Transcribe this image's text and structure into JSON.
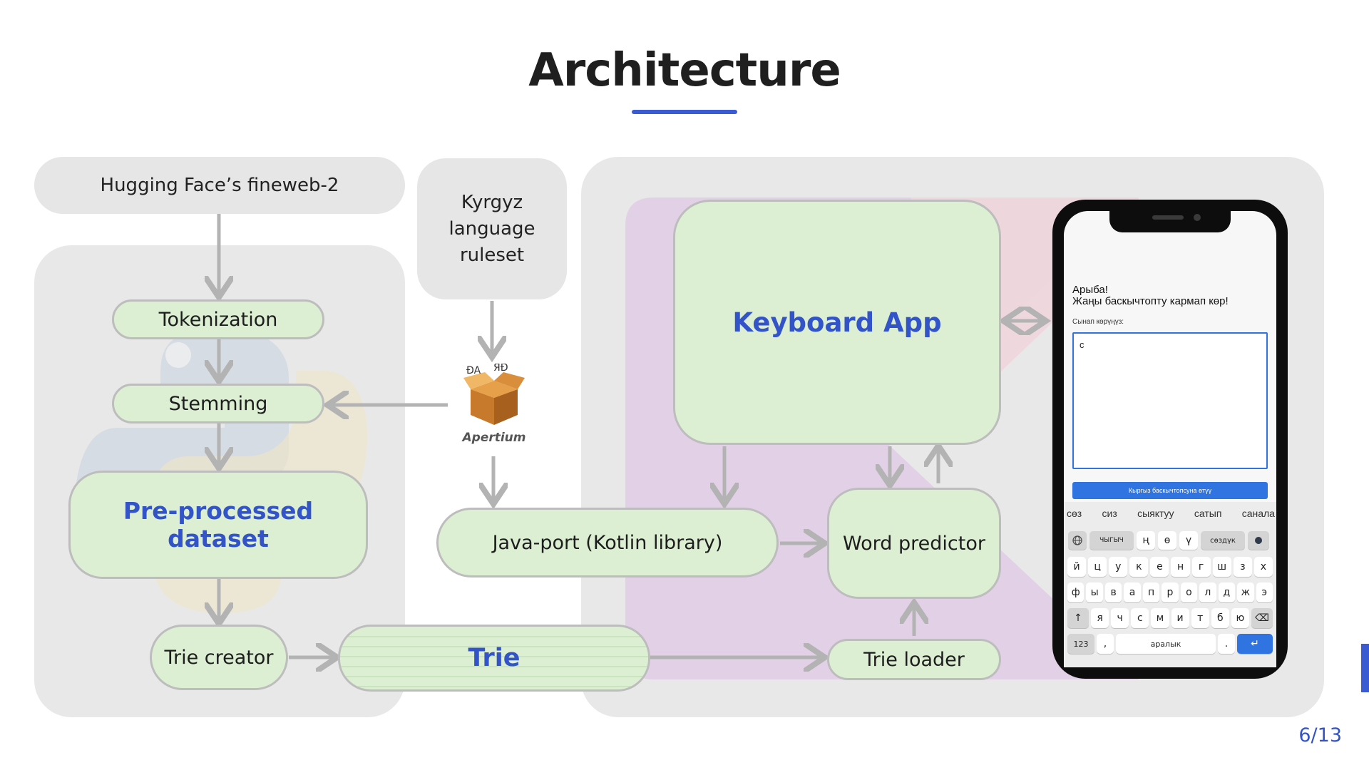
{
  "title": "Architecture",
  "page_number": "6/13",
  "nodes": {
    "fineweb": "Hugging Face’s fineweb-2",
    "kyrgyz": [
      "Kyrgyz",
      "language",
      "ruleset"
    ],
    "tokenization": "Tokenization",
    "stemming": "Stemming",
    "preprocessed": "Pre-processed dataset",
    "trie_creator": "Trie creator",
    "trie": "Trie",
    "apertium": "Apertium",
    "java_port": "Java-port (Kotlin library)",
    "keyboard_app": "Keyboard App",
    "word_predictor": "Word predictor",
    "trie_loader": "Trie loader"
  },
  "phone": {
    "greeting": "Арыба!",
    "subtitle": "Жаңы баскычтопту кармап көр!",
    "input_label": "Сынап көрүңүз:",
    "input_value": "c",
    "button": "Кыргыз баскычтопсуна өтүү",
    "suggestions": [
      "сөз",
      "сиз",
      "сыяктуу",
      "сатып",
      "санала"
    ],
    "keyboard_rows": [
      [
        "й",
        "ц",
        "у",
        "к",
        "е",
        "н",
        "г",
        "ш",
        "з",
        "х"
      ],
      [
        "ф",
        "ы",
        "в",
        "а",
        "п",
        "р",
        "о",
        "л",
        "д",
        "ж",
        "э"
      ],
      [
        "я",
        "ч",
        "с",
        "м",
        "и",
        "т",
        "б",
        "ю"
      ]
    ],
    "top_row": [
      "ң",
      "ө",
      "ү"
    ],
    "top_left": "ЧЫГЫЧ",
    "top_right": "сөздүк",
    "numbers_key": "123",
    "comma_key": ",",
    "space_key": "аралык",
    "period_key": ".",
    "enter_key": "↵",
    "shift_key": "↑",
    "backspace_key": "⌫"
  },
  "colors": {
    "node_fill": "#dcefd3",
    "accent_blue": "#3353c9",
    "panel_gray": "#e8e8e8",
    "arrow_gray": "#b3b3b3"
  }
}
